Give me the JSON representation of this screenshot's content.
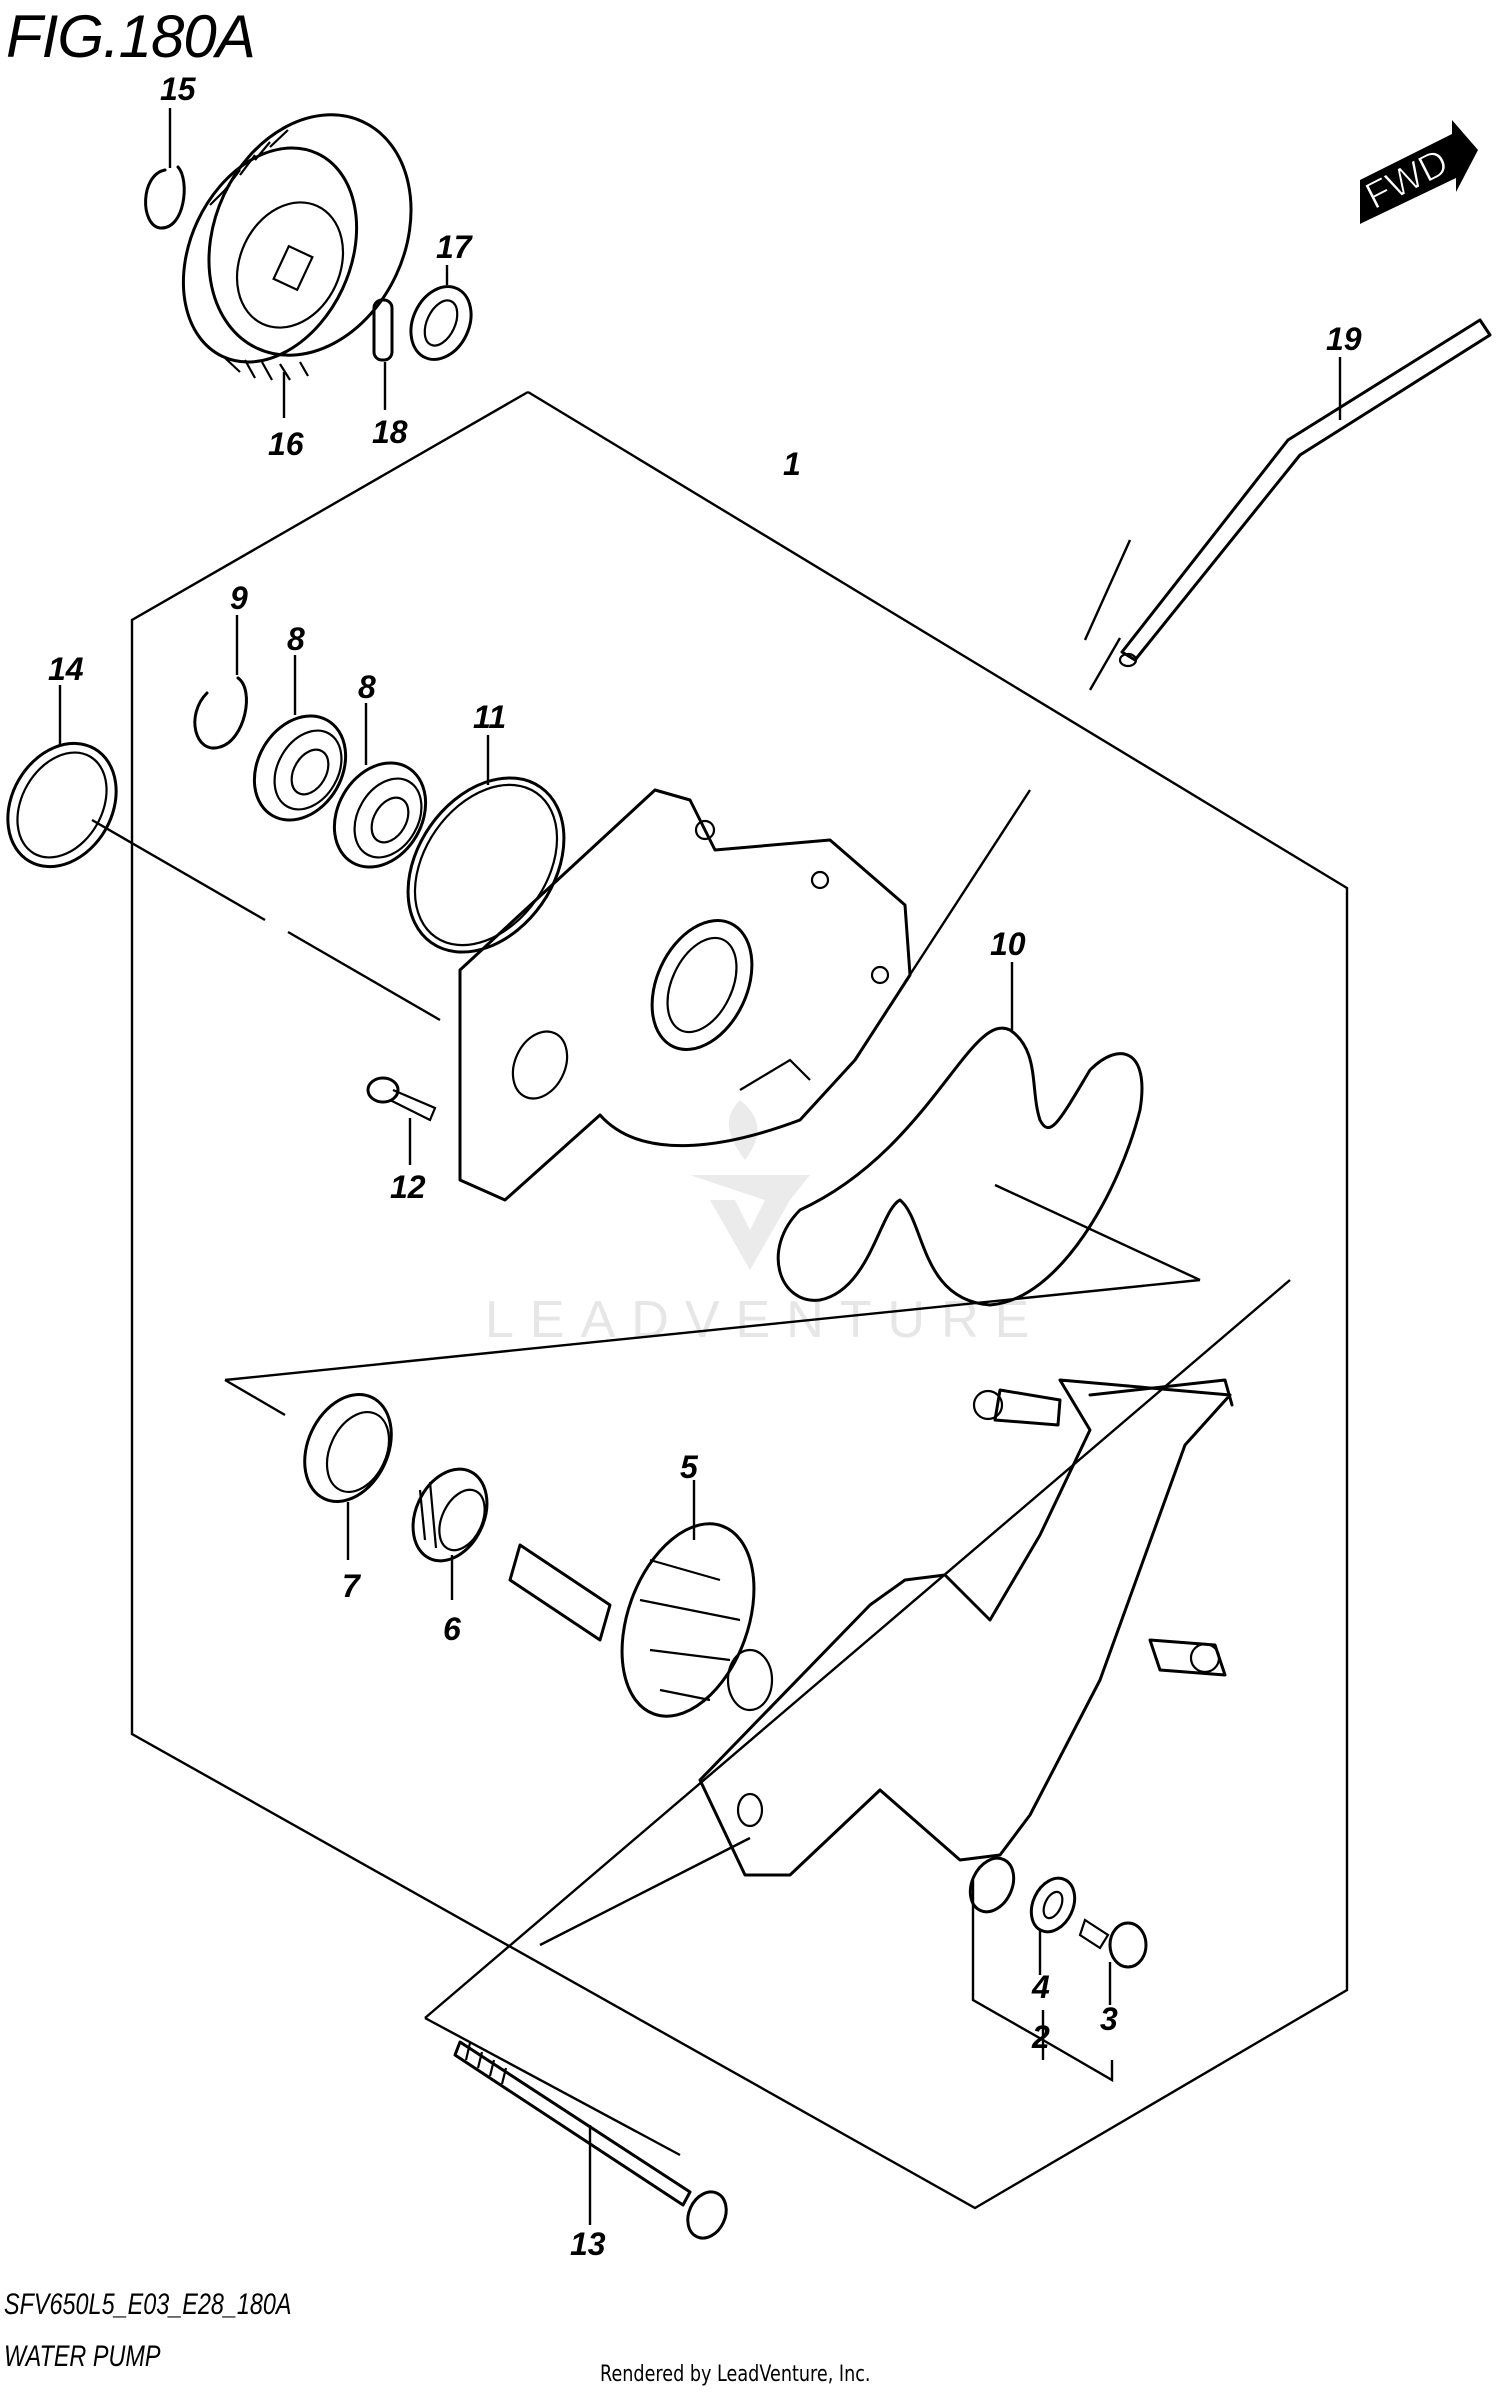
{
  "figure": {
    "title": "FIG.180A",
    "code": "SFV650L5_E03_E28_180A",
    "name": "WATER PUMP",
    "credit": "Rendered by LeadVenture, Inc.",
    "watermark": "LEADVENTURE",
    "direction_badge": "FWD"
  },
  "callouts": [
    {
      "id": "1",
      "label": "1",
      "part": "water-pump-assembly"
    },
    {
      "id": "2",
      "label": "2",
      "part": "bolt-washer-group"
    },
    {
      "id": "3",
      "label": "3",
      "part": "bolt"
    },
    {
      "id": "4",
      "label": "4",
      "part": "washer"
    },
    {
      "id": "5",
      "label": "5",
      "part": "impeller-shaft"
    },
    {
      "id": "6",
      "label": "6",
      "part": "mechanical-seal"
    },
    {
      "id": "7",
      "label": "7",
      "part": "oil-seal"
    },
    {
      "id": "8a",
      "label": "8",
      "part": "bearing"
    },
    {
      "id": "8b",
      "label": "8",
      "part": "bearing"
    },
    {
      "id": "9",
      "label": "9",
      "part": "e-ring"
    },
    {
      "id": "10",
      "label": "10",
      "part": "case-gasket"
    },
    {
      "id": "11",
      "label": "11",
      "part": "o-ring"
    },
    {
      "id": "12",
      "label": "12",
      "part": "screw"
    },
    {
      "id": "13",
      "label": "13",
      "part": "long-bolt"
    },
    {
      "id": "14",
      "label": "14",
      "part": "o-ring-large"
    },
    {
      "id": "15",
      "label": "15",
      "part": "circlip"
    },
    {
      "id": "16",
      "label": "16",
      "part": "drive-gear"
    },
    {
      "id": "17",
      "label": "17",
      "part": "washer"
    },
    {
      "id": "18",
      "label": "18",
      "part": "pin"
    },
    {
      "id": "19",
      "label": "19",
      "part": "hose"
    }
  ]
}
